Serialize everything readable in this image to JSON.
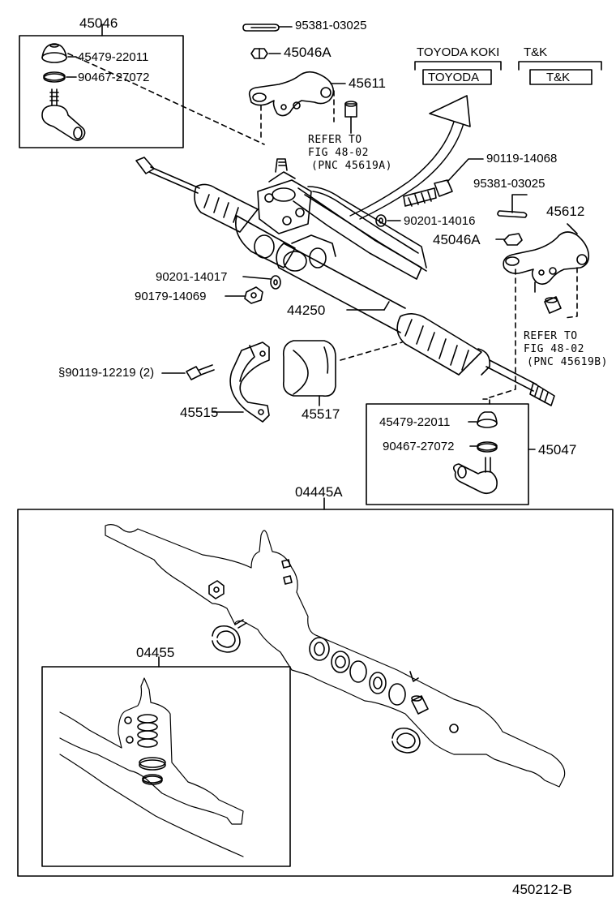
{
  "labels": {
    "p45046": "45046",
    "p45479_l": "45479-22011",
    "p90467_l": "90467-27072",
    "p95381_top": "95381-03025",
    "p45046A_top": "45046A",
    "p45611": "45611",
    "refer_l1": "REFER TO",
    "refer_l2": "FIG 48-02",
    "refer_l3": "(PNC 45619A)",
    "toyoda_koki": "TOYODA KOKI",
    "tk": "T&K",
    "toyoda_box": "TOYODA",
    "tk_box": "T&K",
    "p90119_14068": "90119-14068",
    "p95381_mid": "95381-03025",
    "p45612": "45612",
    "p90201_14016": "90201-14016",
    "p45046A_mid": "45046A",
    "p90201_14017": "90201-14017",
    "p90179_14069": "90179-14069",
    "p44250": "44250",
    "refer_r1": "REFER TO",
    "refer_r2": "FIG 48-02",
    "refer_r3": "(PNC 45619B)",
    "p90119_12219": "§90119-12219 (2)",
    "p45515": "45515",
    "p45517": "45517",
    "p45479_r": "45479-22011",
    "p90467_r": "90467-27072",
    "p45047": "45047",
    "p04445A": "04445A",
    "p04455": "04455",
    "diagram_code": "450212-B"
  }
}
